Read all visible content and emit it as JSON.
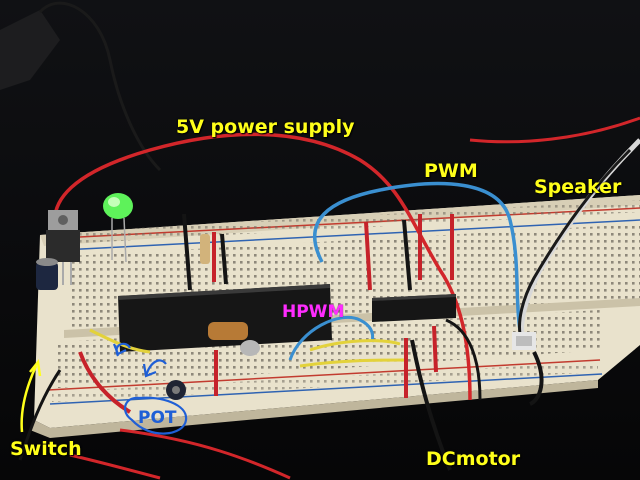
{
  "labels": {
    "power": "5V power supply",
    "pwm": "PWM",
    "speaker": "Speaker",
    "hpwm": "HPWM",
    "pot": "POT",
    "switch": "Switch",
    "dcmotor": "DCmotor"
  },
  "colors": {
    "background": "#0d0d0f",
    "breadboard": "#e9e2cc",
    "label_yellow": "#ffff1a",
    "label_magenta": "#ff2cff",
    "label_blue": "#1f5fd6",
    "wire_red": "#d2262a",
    "wire_blue": "#3a8fd0",
    "wire_black": "#141414",
    "wire_yellow": "#e3d23a",
    "led_green": "#5ef25a"
  },
  "icons": [
    "breadboard-photo",
    "microcontroller-chip",
    "motor-driver-chip",
    "voltage-regulator",
    "green-led",
    "potentiometer",
    "speaker-connector"
  ]
}
